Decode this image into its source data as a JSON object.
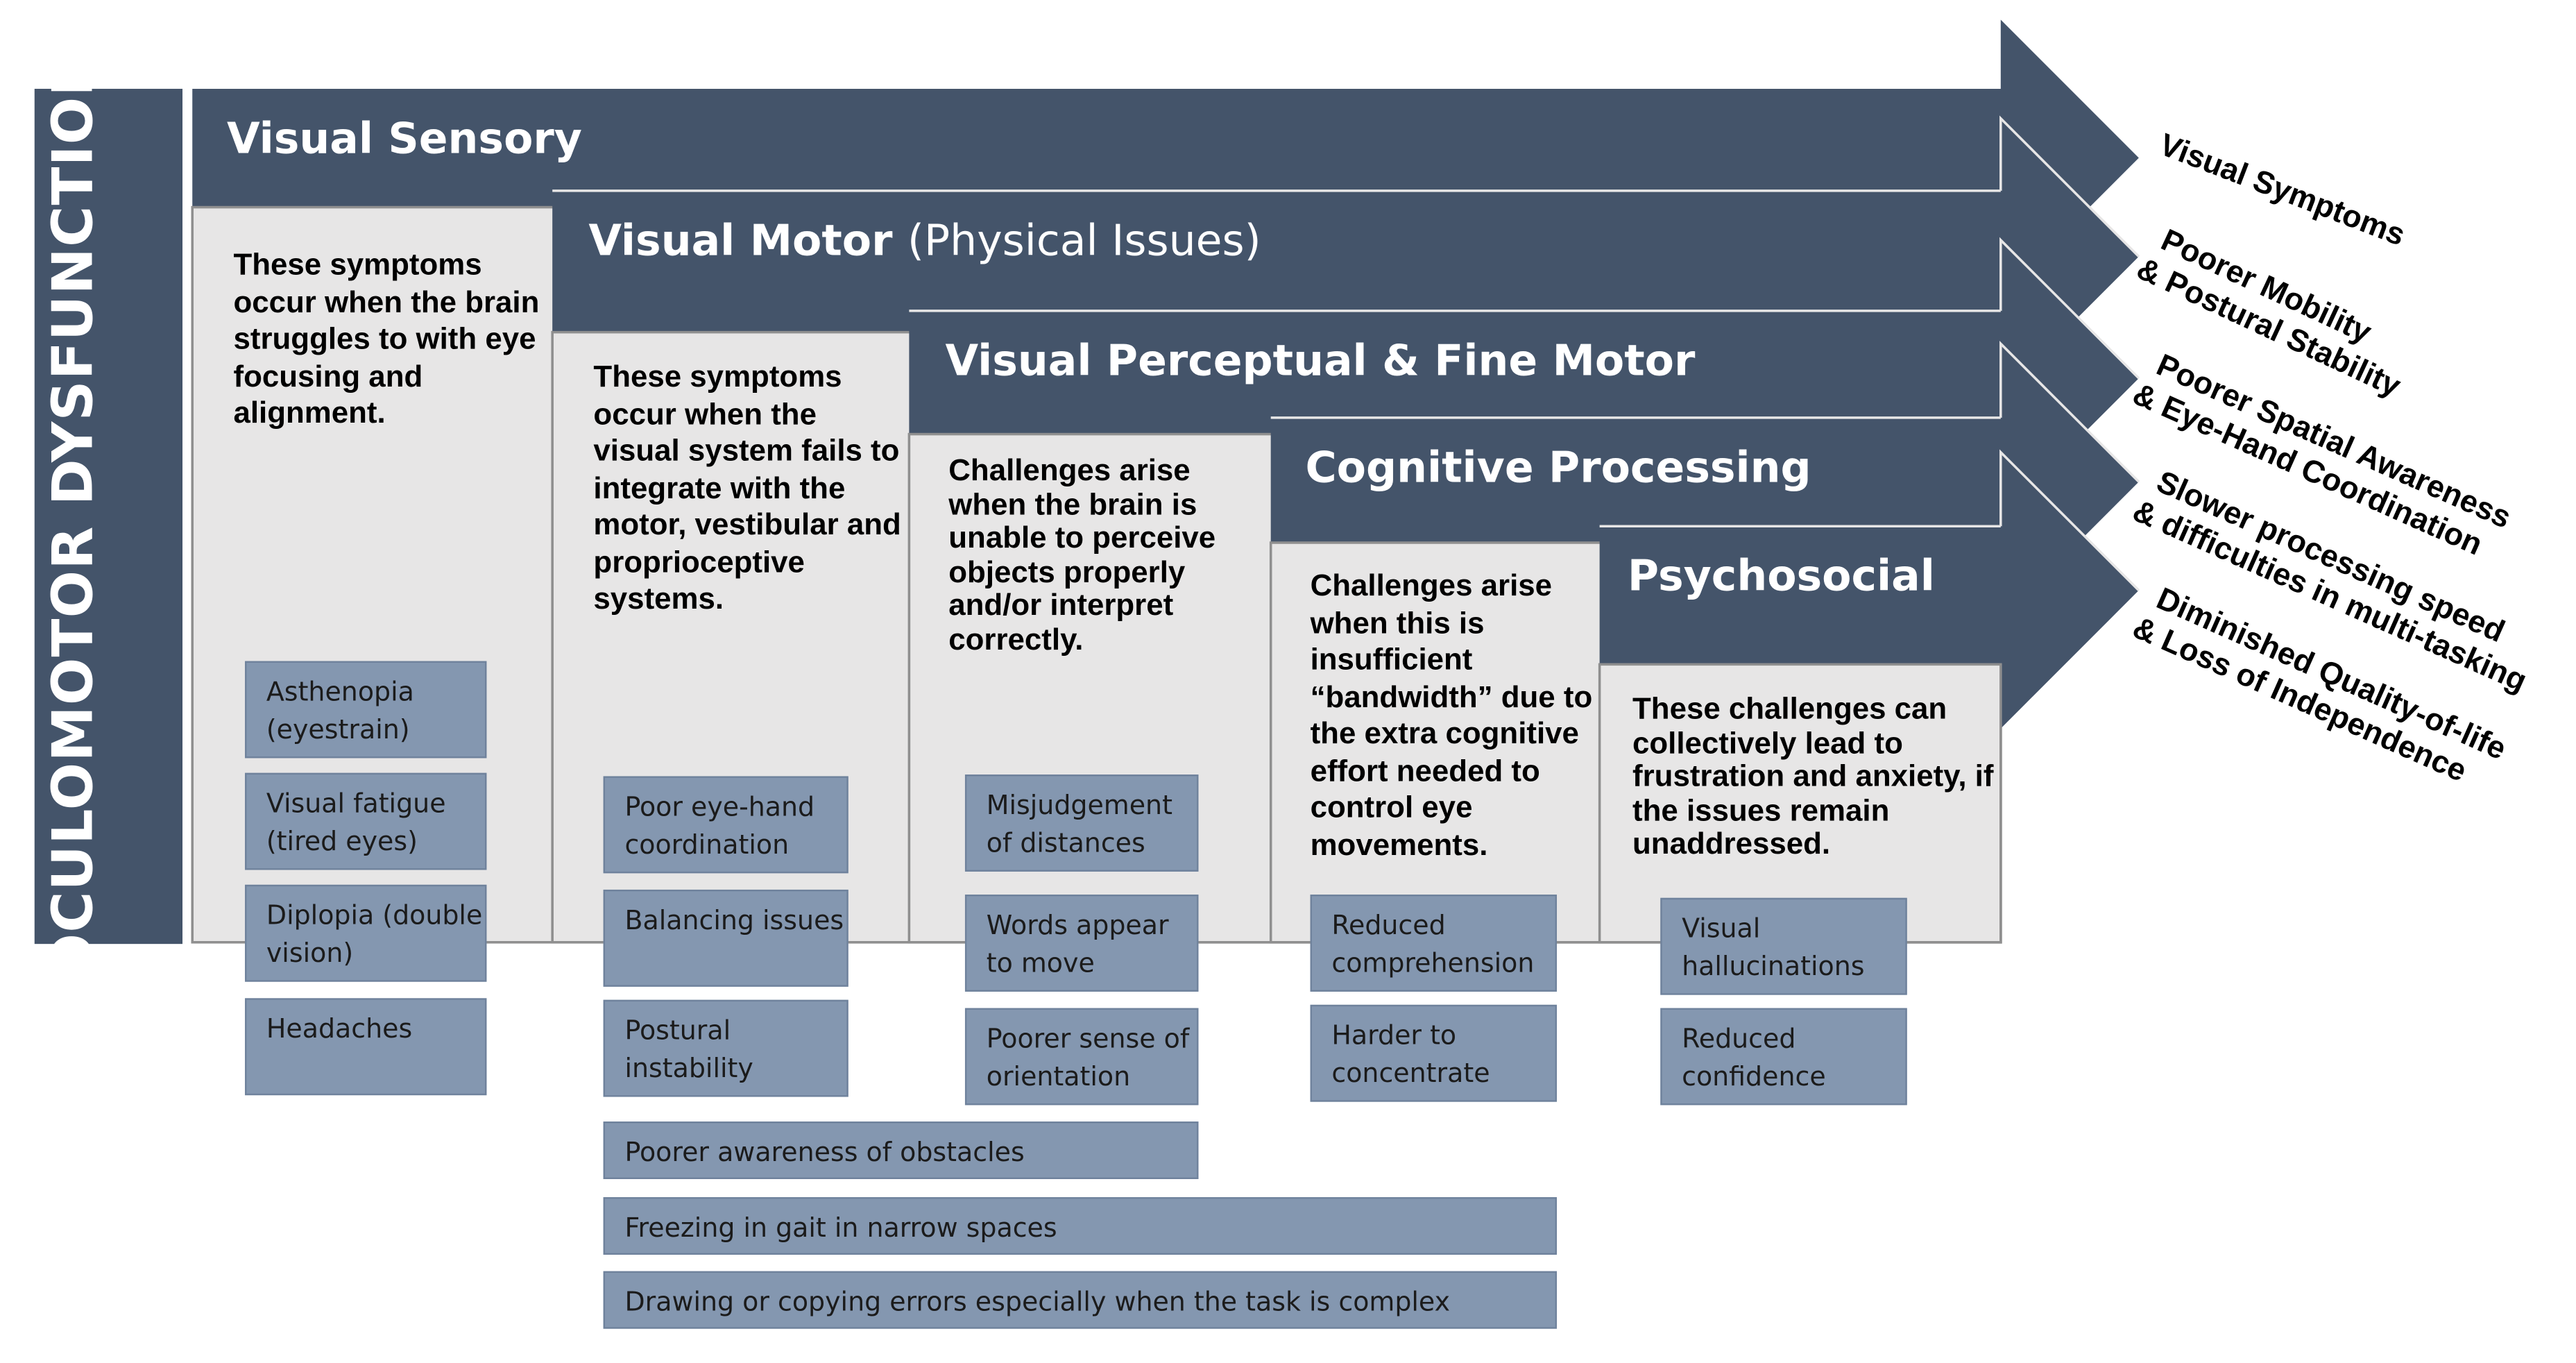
{
  "sidebar_label": "OCULOMOTOR DYSFUNCTION",
  "colors": {
    "band": "#44546a",
    "panel": "#e7e6e6",
    "chip": "#8497b0"
  },
  "stages": [
    {
      "title": "Visual Sensory",
      "title_sub": "",
      "description": "These symptoms occur when the brain struggles to with eye focusing and alignment.",
      "outcome_line1": "Visual Symptoms",
      "outcome_line2": ""
    },
    {
      "title": "Visual Motor",
      "title_sub": "(Physical Issues)",
      "description": "These symptoms occur when the visual system fails to integrate with the motor, vestibular and proprioceptive systems.",
      "outcome_line1": "Poorer Mobility",
      "outcome_line2": "& Postural Stability"
    },
    {
      "title": "Visual Perceptual & Fine Motor",
      "title_sub": "",
      "description": "Challenges arise when the brain is unable to perceive objects properly and/or interpret correctly.",
      "outcome_line1": "Poorer Spatial Awareness",
      "outcome_line2": "& Eye-Hand Coordination"
    },
    {
      "title": "Cognitive Processing",
      "title_sub": "",
      "description": "Challenges arise when this is insufficient “bandwidth” due to the extra cognitive effort needed to control eye movements.",
      "outcome_line1": "Slower processing speed",
      "outcome_line2": "& difficulties in multi-tasking"
    },
    {
      "title": "Psychosocial",
      "title_sub": "",
      "description": "These challenges can collectively lead to frustration and anxiety, if the issues remain unaddressed.",
      "outcome_line1": "Diminished Quality-of-life",
      "outcome_line2": "& Loss of Independence"
    }
  ],
  "symptoms": {
    "visual_sensory": [
      "Asthenopia (eyestrain)",
      "Visual fatigue (tired eyes)",
      "Diplopia (double vision)",
      "Headaches"
    ],
    "visual_motor": [
      "Poor eye-hand coordination",
      "Balancing issues",
      "Postural instability"
    ],
    "visual_perceptual": [
      "Misjudgement of distances",
      "Words appear to move",
      "Poorer sense of orientation"
    ],
    "cognitive": [
      "Reduced comprehension",
      "Harder to concentrate"
    ],
    "psychosocial": [
      "Visual hallucinations",
      "Reduced confidence"
    ],
    "shared": [
      "Poorer awareness of obstacles",
      "Freezing in gait in narrow spaces",
      "Drawing or copying errors especially when the task is complex"
    ]
  }
}
